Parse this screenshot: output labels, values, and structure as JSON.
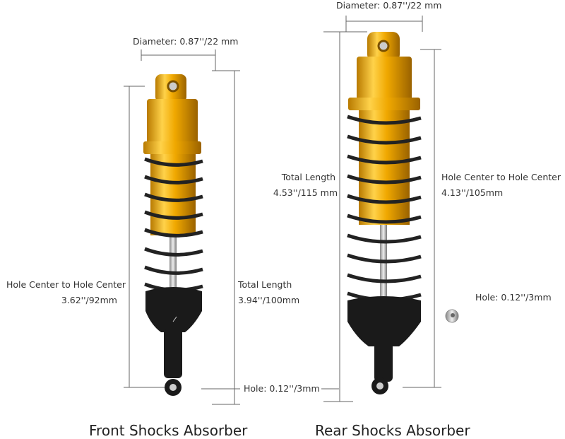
{
  "front": {
    "title": "Front Shocks Absorber",
    "diameter": "Diameter: 0.87''/22 mm",
    "hole_center_label": "Hole Center to Hole Center",
    "hole_center_value": "3.62''/92mm",
    "total_length_label": "Total Length",
    "total_length_value": "3.94''/100mm"
  },
  "rear": {
    "title": "Rear Shocks Absorber",
    "diameter": "Diameter: 0.87''/22 mm",
    "total_length_label": "Total Length",
    "total_length_value": "4.53''/115 mm",
    "hole_center_label": "Hole Center to Hole Center",
    "hole_center_value": "4.13''/105mm"
  },
  "hole_bottom": "Hole: 0.12''/3mm",
  "hole_ball": "Hole: 0.12''/3mm",
  "colors": {
    "gold": "#e8a800",
    "black": "#1a1a1a",
    "line": "#555555"
  }
}
